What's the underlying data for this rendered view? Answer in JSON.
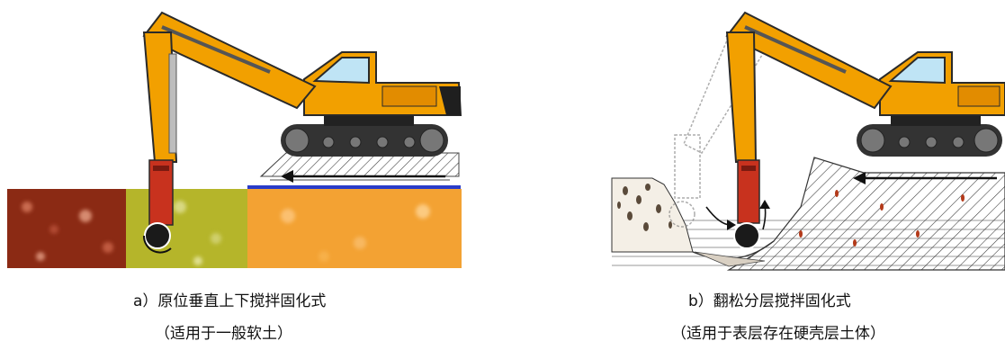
{
  "panel_a": {
    "caption_line1": "a）原位垂直上下搅拌固化式",
    "caption_line2": "（适用于一般软土）"
  },
  "panel_b": {
    "caption_line1": "b）翻松分层搅拌固化式",
    "caption_line2": "（适用于表层存在硬壳层土体）"
  },
  "colors": {
    "excavator_body": "#F2A000",
    "excavator_outline": "#2a2a2a",
    "track": "#333333",
    "mixer_head": "#C8321E",
    "soil_brown": "#8B2A14",
    "soil_olive": "#B5B52A",
    "soil_orange": "#F3A233"
  }
}
